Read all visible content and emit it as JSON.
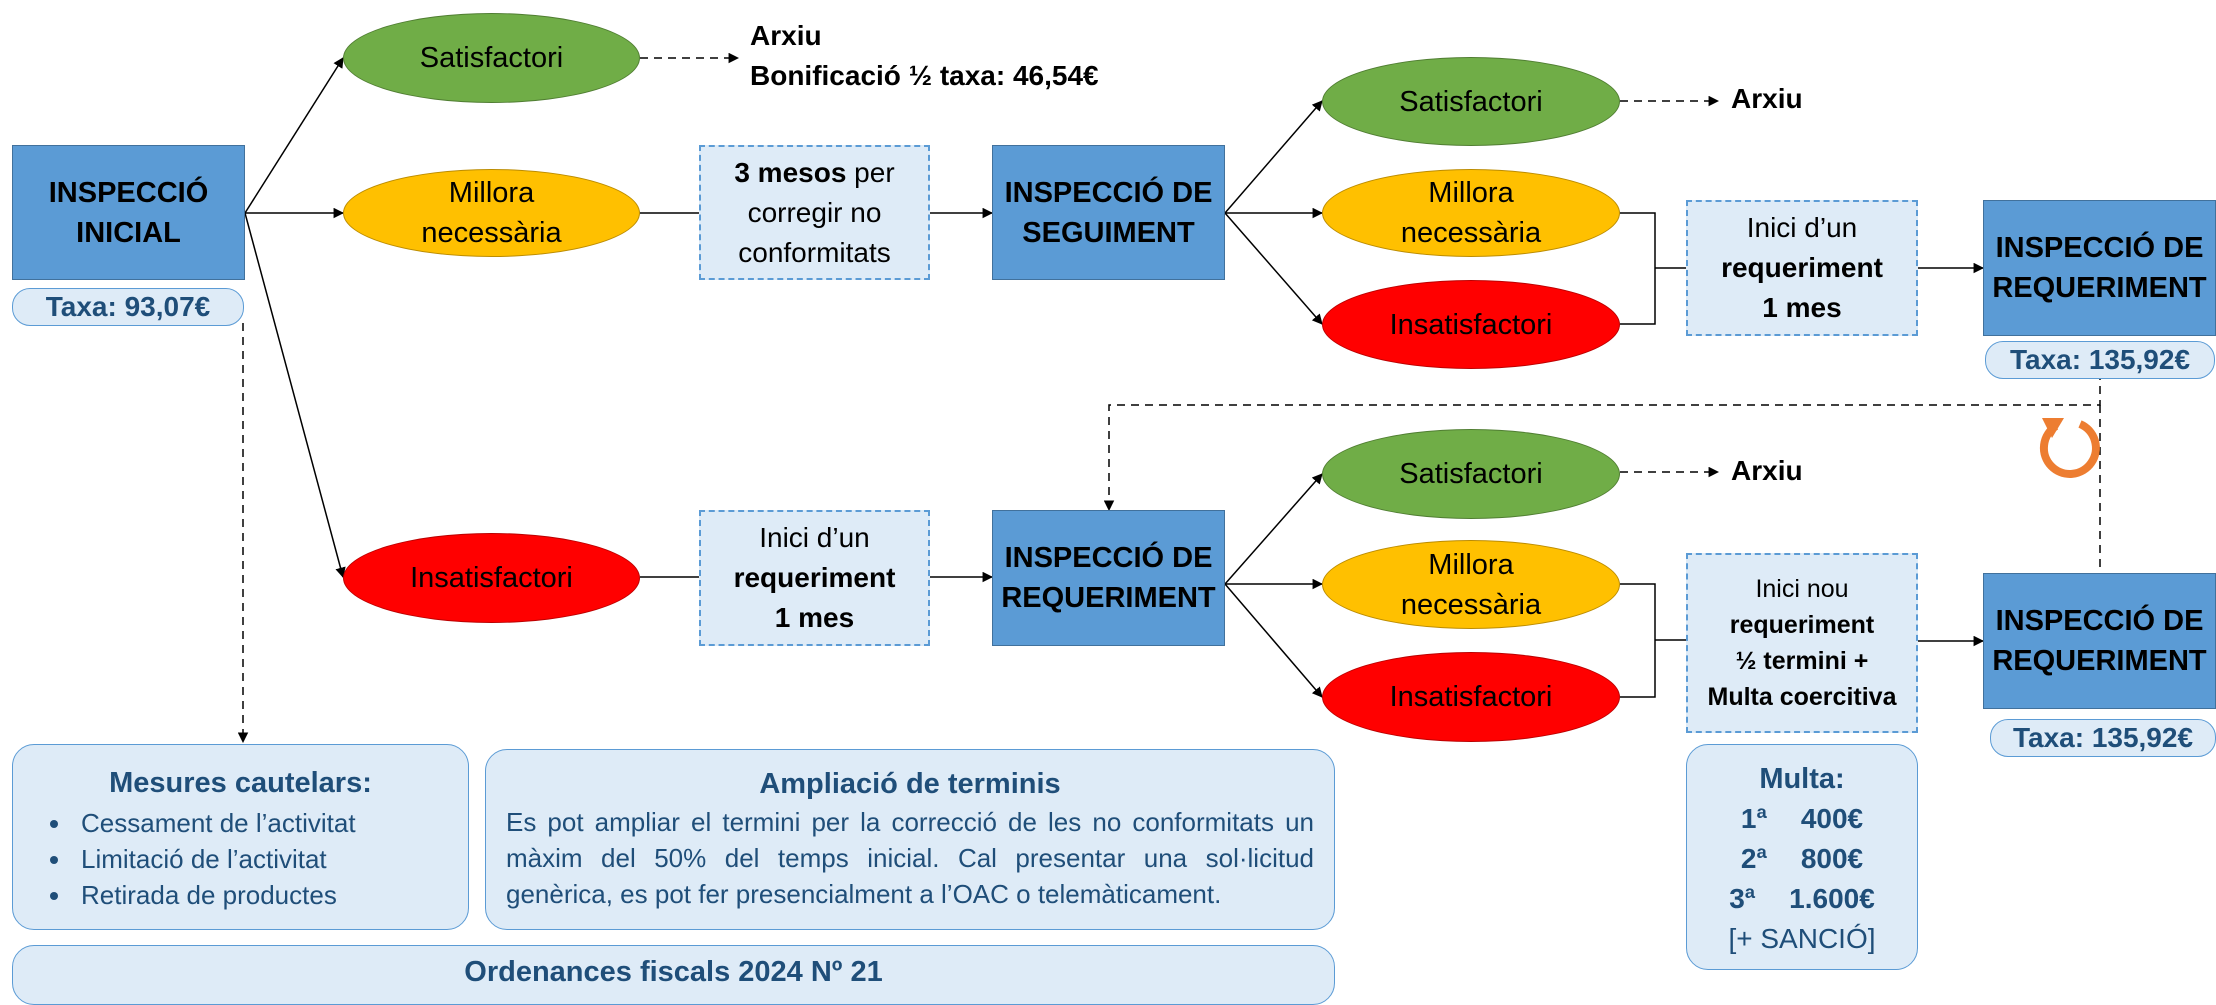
{
  "initial_inspection": {
    "line1": "INSPECCIÓ",
    "line2": "INICIAL",
    "fee": "Taxa: 93,07€"
  },
  "branch_top": {
    "satisfactory": "Satisfactori",
    "archive": "Arxiu",
    "bonus": "Bonificació ½ taxa: 46,54€",
    "improvement_line1": "Millora",
    "improvement_line2": "necessària",
    "correction_bold": "3 mesos",
    "correction_rest1": " per",
    "correction_line2": "corregir no",
    "correction_line3": "conformitats",
    "followup_line1": "INSPECCIÓ DE",
    "followup_line2": "SEGUIMENT"
  },
  "followup_outcomes": {
    "satisfactory": "Satisfactori",
    "archive": "Arxiu",
    "improvement_line1": "Millora",
    "improvement_line2": "necessària",
    "unsatisfactory": "Insatisfactori",
    "requirement_line1": "Inici d’un",
    "requirement_line2": "requeriment",
    "requirement_line3": "1 mes",
    "req_inspection_line1": "INSPECCIÓ DE",
    "req_inspection_line2": "REQUERIMENT",
    "req_fee": "Taxa: 135,92€"
  },
  "branch_bottom": {
    "unsatisfactory": "Insatisfactori",
    "requirement_line1": "Inici d’un",
    "requirement_line2": "requeriment",
    "requirement_line3": "1 mes",
    "req_inspection_line1": "INSPECCIÓ DE",
    "req_inspection_line2": "REQUERIMENT",
    "satisfactory": "Satisfactori",
    "archive": "Arxiu",
    "improvement_line1": "Millora",
    "improvement_line2": "necessària",
    "unsatisfactory2": "Insatisfactori",
    "new_req_line1": "Inici nou",
    "new_req_line2": "requeriment",
    "new_req_line3": "½ termini +",
    "new_req_line4": "Multa coercitiva",
    "final_line1": "INSPECCIÓ DE",
    "final_line2": "REQUERIMENT",
    "final_fee": "Taxa: 135,92€"
  },
  "fine": {
    "title": "Multa:",
    "rows": [
      {
        "ord": "1ª",
        "amount": "400€"
      },
      {
        "ord": "2ª",
        "amount": "800€"
      },
      {
        "ord": "3ª",
        "amount": "1.600€"
      }
    ],
    "note": "[+ SANCIÓ]"
  },
  "precautions": {
    "title": "Mesures cautelars:",
    "items": [
      "Cessament de l’activitat",
      "Limitació de l’activitat",
      "Retirada de productes"
    ]
  },
  "extension": {
    "title": "Ampliació de terminis",
    "text": "Es pot ampliar el termini per la correcció de les no conformitats un màxim del 50% del temps inicial. Cal presentar una sol·licitud genèrica, es pot fer presencialment a l’OAC o telemàticament."
  },
  "footer": {
    "title": "Ordenances fiscals 2024 Nº 21"
  },
  "colors": {
    "blue_box": "#5b9bd5",
    "light_box": "#deebf7",
    "green": "#70ad47",
    "yellow": "#ffc000",
    "red": "#ff0000",
    "panel_text": "#1f4e79",
    "cycle_icon": "#ed7d31"
  },
  "icons": {
    "cycle": "refresh-icon"
  }
}
